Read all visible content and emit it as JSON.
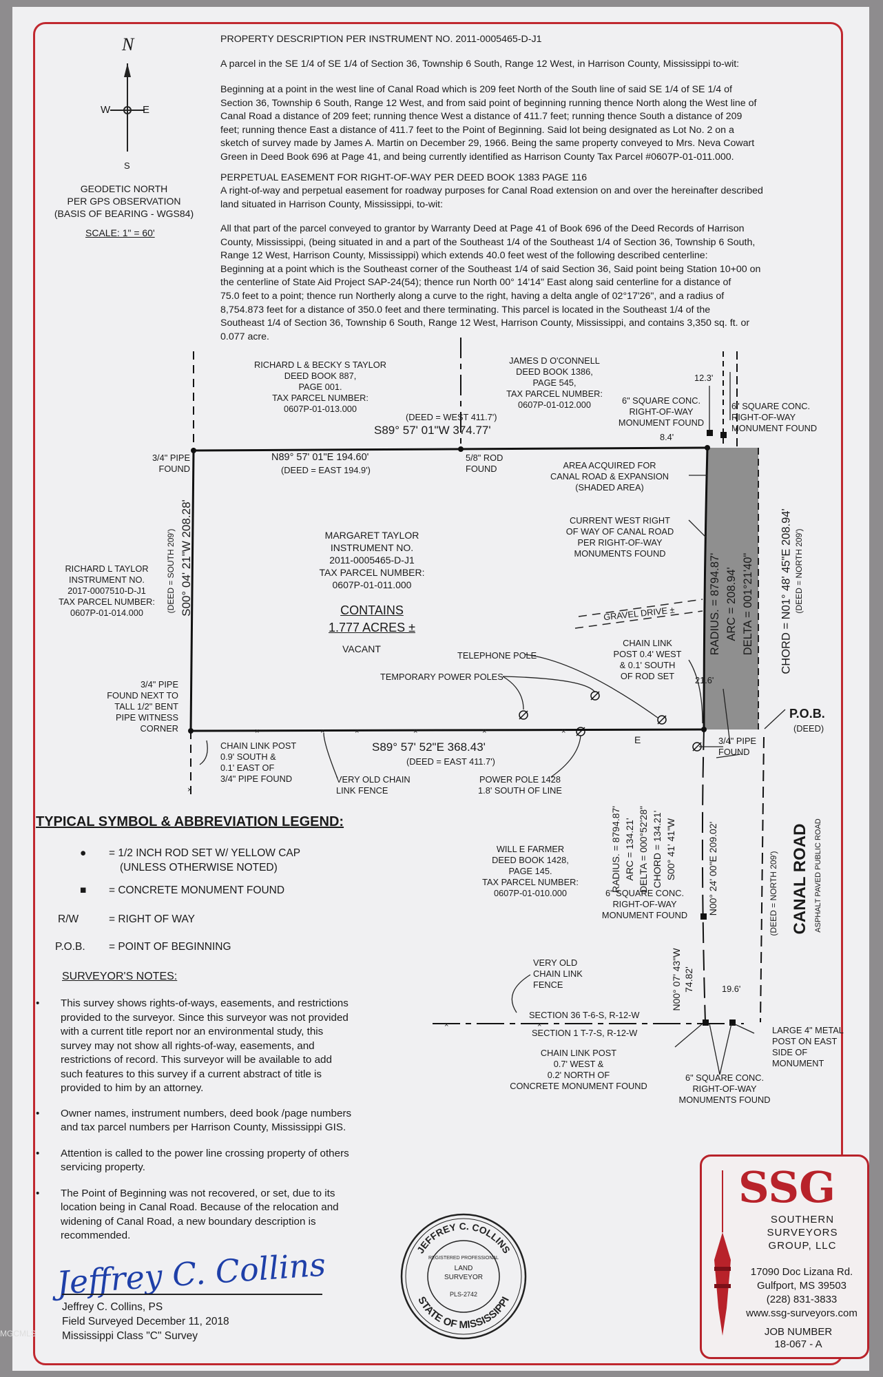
{
  "header": {
    "title": "PROPERTY DESCRIPTION PER INSTRUMENT NO. 2011-0005465-D-J1",
    "p1": "A parcel in the SE 1/4 of SE 1/4 of Section 36, Township 6 South, Range 12 West, in Harrison County, Mississippi to-wit:",
    "p2": [
      "Beginning at a point in the west line of Canal Road which is 209 feet North of the South line of said SE 1/4 of SE 1/4 of",
      "Section 36, Township 6 South, Range 12 West, and from said point of beginning running thence North along the West line of",
      "Canal Road a distance of 209 feet; running thence West a distance of 411.7 feet; running thence South a distance of 209",
      "feet; running thence East a distance of 411.7 feet to the Point of Beginning. Said lot being designated as Lot No. 2 on a",
      "sketch of survey made by James A. Martin on December 29, 1966. Being the same property conveyed to Mrs. Neva Cowart",
      "Green in Deed Book 696 at Page 41, and being currently identified as Harrison County Tax Parcel #0607P-01-011.000."
    ],
    "easement_title": "PERPETUAL EASEMENT FOR RIGHT-OF-WAY PER DEED BOOK 1383 PAGE 116",
    "p3": [
      "A right-of-way and perpetual easement for roadway purposes for Canal Road extension on and over the hereinafter described",
      "land situated in Harrison County, Mississippi, to-wit:"
    ],
    "p4": [
      "All that part of the parcel conveyed to grantor by Warranty Deed at Page 41 of Book 696 of the Deed Records of Harrison",
      "County, Mississippi, (being situated in and a part of the Southeast 1/4 of the Southeast 1/4 of Section 36, Township 6 South,",
      "Range 12 West, Harrison County, Mississippi) which extends 40.0 feet west of the following described centerline:",
      "Beginning at a point which is the Southeast corner of the Southeast 1/4 of said Section 36, Said point being Station 10+00 on",
      "the centerline of State Aid Project SAP-24(54); thence run North 00° 14'14\" East along said centerline for a distance of",
      "75.0 feet to a point; thence run Northerly along a curve to the right, having a delta angle of 02°17'26\", and a radius of",
      "8,754.873 feet for a distance of 350.0 feet and there terminating. This parcel is located in the Southeast 1/4 of the",
      "Southeast 1/4 of Section 36, Township 6 South, Range 12 West, Harrison County, Mississippi, and contains 3,350 sq. ft. or",
      "0.077 acre."
    ]
  },
  "compass": {
    "n": "N",
    "w": "W",
    "e": "E",
    "s": "S",
    "note": [
      "GEODETIC NORTH",
      "PER GPS OBSERVATION",
      "(BASIS OF BEARING - WGS84)"
    ],
    "scale": "SCALE: 1\" = 60'"
  },
  "plat": {
    "north_owner": [
      "RICHARD L & BECKY S TAYLOR",
      "DEED BOOK 887,",
      "PAGE 001.",
      "TAX PARCEL NUMBER:",
      "0607P-01-013.000"
    ],
    "ne_owner": [
      "JAMES D O'CONNELL",
      "DEED BOOK 1386,",
      "PAGE 545,",
      "TAX PARCEL NUMBER:",
      "0607P-01-012.000"
    ],
    "north_deed": "(DEED = WEST 411.7')",
    "north_bearing": "S89° 57' 01\"W 374.77'",
    "north_west_segment": "N89° 57' 01\"E 194.60'",
    "north_west_deed": "(DEED = EAST 194.9')",
    "rod_found": [
      "5/8\" ROD",
      "FOUND"
    ],
    "pipe_nw": [
      "3/4\" PIPE",
      "FOUND"
    ],
    "west_owner": [
      "RICHARD L TAYLOR",
      "INSTRUMENT NO.",
      "2017-0007510-D-J1",
      "TAX PARCEL NUMBER:",
      "0607P-01-014.000"
    ],
    "west_bearing": "S00° 04' 21\"W 208.28'",
    "west_deed": "(DEED = SOUTH 209')",
    "subject": [
      "MARGARET TAYLOR",
      "INSTRUMENT NO.",
      "2011-0005465-D-J1",
      "TAX PARCEL NUMBER:",
      "0607P-01-011.000"
    ],
    "contains": "CONTAINS",
    "acres": "1.777 ACRES ±",
    "vacant": "VACANT",
    "dim_123": "12.3'",
    "dim_84": "8.4'",
    "dim_216": "21.6'",
    "dim_196": "19.6'",
    "sq_conc_left": [
      "6\" SQUARE CONC.",
      "RIGHT-OF-WAY",
      "MONUMENT FOUND"
    ],
    "sq_conc_right": [
      "6\" SQUARE CONC.",
      "RIGHT-OF-WAY",
      "MONUMENT FOUND"
    ],
    "area_acquired": [
      "AREA ACQUIRED FOR",
      "CANAL ROAD & EXPANSION",
      "(SHADED AREA)"
    ],
    "current_row": [
      "CURRENT WEST RIGHT",
      "OF WAY OF CANAL ROAD",
      "PER RIGHT-OF-WAY",
      "MONUMENTS FOUND"
    ],
    "curve1": [
      "RADIUS. = 8794.87'",
      "ARC = 208.94'",
      "DELTA = 001°21'40\""
    ],
    "chord1": "CHORD = N01° 48' 45\"E 208.94'",
    "chord1_deed": "(DEED = NORTH 209')",
    "gravel": "GRAVEL DRIVE ±",
    "chain_post_ne": [
      "CHAIN LINK",
      "POST 0.4' WEST",
      "& 0.1' SOUTH",
      "OF ROD SET"
    ],
    "telephone_pole": "TELEPHONE POLE",
    "temp_poles": "TEMPORARY POWER POLES",
    "pipe_sw": [
      "3/4\" PIPE",
      "FOUND NEXT TO",
      "TALL 1/2\" BENT",
      "PIPE WITNESS",
      "CORNER"
    ],
    "pob": "P.O.B.",
    "pob_deed": "(DEED)",
    "pipe_se": [
      "3/4\" PIPE",
      "FOUND"
    ],
    "chain_post_sw": [
      "CHAIN LINK POST",
      "0.9' SOUTH &",
      "0.1' EAST OF",
      "3/4\" PIPE FOUND"
    ],
    "south_bearing": "S89° 57' 52\"E 368.43'",
    "south_deed": "(DEED = EAST 411.7')",
    "old_fence": [
      "VERY OLD CHAIN",
      "LINK FENCE"
    ],
    "power_pole": [
      "POWER POLE 1428",
      "1.8' SOUTH OF LINE"
    ],
    "e_mark": "E",
    "curve2": [
      "RADIUS. = 8794.87'",
      "ARC = 134.21'",
      "DELTA = 000°52'28\"",
      "CHORD = 134.21'",
      "S00° 41' 41\"W"
    ],
    "road_bearing": "N00° 24' 00\"E 209.02'",
    "farmer": [
      "WILL E FARMER",
      "DEED BOOK 1428,",
      "PAGE 145.",
      "TAX PARCEL NUMBER:",
      "0607P-01-010.000"
    ],
    "sq_conc_mid": [
      "6\" SQUARE CONC.",
      "RIGHT-OF-WAY",
      "MONUMENT FOUND"
    ],
    "canal_road": "CANAL ROAD",
    "canal_sub": "ASPHALT PAVED PUBLIC ROAD",
    "canal_deed": "(DEED = NORTH 209')",
    "short_bearing": [
      "N00° 07' 43\"W",
      "74.82'"
    ],
    "very_old_fence": [
      "VERY OLD",
      "CHAIN LINK",
      "FENCE"
    ],
    "section36": "SECTION 36 T-6-S, R-12-W",
    "section1": "SECTION 1 T-7-S, R-12-W",
    "chain_post_s": [
      "CHAIN LINK POST",
      "0.7' WEST &",
      "0.2' NORTH OF",
      "CONCRETE MONUMENT FOUND"
    ],
    "sq_conc_bottom": [
      "6\" SQUARE CONC.",
      "RIGHT-OF-WAY",
      "MONUMENTS FOUND"
    ],
    "metal_post": [
      "LARGE 4\" METAL",
      "POST ON EAST",
      "SIDE OF",
      "MONUMENT"
    ]
  },
  "legend": {
    "title": "TYPICAL SYMBOL & ABBREVIATION LEGEND:",
    "items": [
      {
        "sym": "●",
        "text": [
          "= 1/2 INCH ROD SET W/ YELLOW CAP",
          "(UNLESS OTHERWISE NOTED)"
        ]
      },
      {
        "sym": "■",
        "text": [
          "= CONCRETE MONUMENT FOUND"
        ]
      },
      {
        "sym": "R/W",
        "text": [
          "= RIGHT OF WAY"
        ]
      },
      {
        "sym": "P.O.B.",
        "text": [
          "= POINT OF BEGINNING"
        ]
      }
    ]
  },
  "notes": {
    "title": "SURVEYOR'S NOTES:",
    "items": [
      [
        "This survey shows rights-of-ways, easements, and restrictions",
        "provided to the surveyor. Since this surveyor was not provided",
        "with a current title report nor an environmental study, this",
        "survey may not show all rights-of-way, easements, and",
        "restrictions of record. This surveyor will be available to add",
        "such features to this survey if a current abstract of title is",
        "provided to him by an attorney."
      ],
      [
        "Owner names, instrument numbers, deed book /page numbers",
        "and tax parcel numbers per Harrison County, Mississippi GIS."
      ],
      [
        "Attention is called to the power line crossing property of others",
        "servicing property."
      ],
      [
        "The Point of Beginning was not recovered, or set, due to its",
        "location being in Canal Road. Because of the relocation and",
        "widening of Canal Road, a new boundary description is",
        "recommended."
      ]
    ]
  },
  "signature": {
    "script": "Jeffrey C. Collins",
    "lines": [
      "Jeffrey C. Collins, PS",
      "Field Surveyed December 11, 2018",
      "Mississippi Class \"C\" Survey"
    ]
  },
  "seal": {
    "top": "JEFFREY C. COLLINS",
    "sub": "REGISTERED PROFESSIONAL",
    "mid": [
      "LAND",
      "SURVEYOR"
    ],
    "num": "PLS-2742",
    "bottom": "STATE OF MISSISSIPPI"
  },
  "company": {
    "logo": "SSG",
    "name": [
      "SOUTHERN",
      "SURVEYORS",
      "GROUP, LLC"
    ],
    "address": [
      "17090 Doc Lizana Rd.",
      "Gulfport, MS 39503",
      "(228) 831-3833",
      "www.ssg-surveyors.com"
    ],
    "job_label": "JOB NUMBER",
    "job_number": "18-067 - A",
    "color": "#b8222a"
  },
  "watermark": "MGCMLS"
}
